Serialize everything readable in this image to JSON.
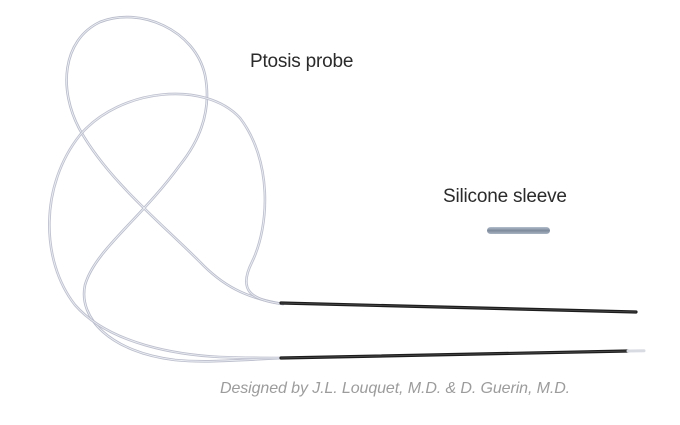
{
  "labels": {
    "probe": "Ptosis probe",
    "sleeve": "Silicone sleeve"
  },
  "credit": "Designed by J.L. Louquet, M.D. & D. Guerin, M.D.",
  "colors": {
    "background": "#ffffff",
    "wire": "#b9bcca",
    "wire_highlight": "#eef0f6",
    "rod": "#1c1c1c",
    "sleeve": "#8e9bab",
    "label_text": "#2b2b2b",
    "credit_text": "#9c9c9c"
  }
}
